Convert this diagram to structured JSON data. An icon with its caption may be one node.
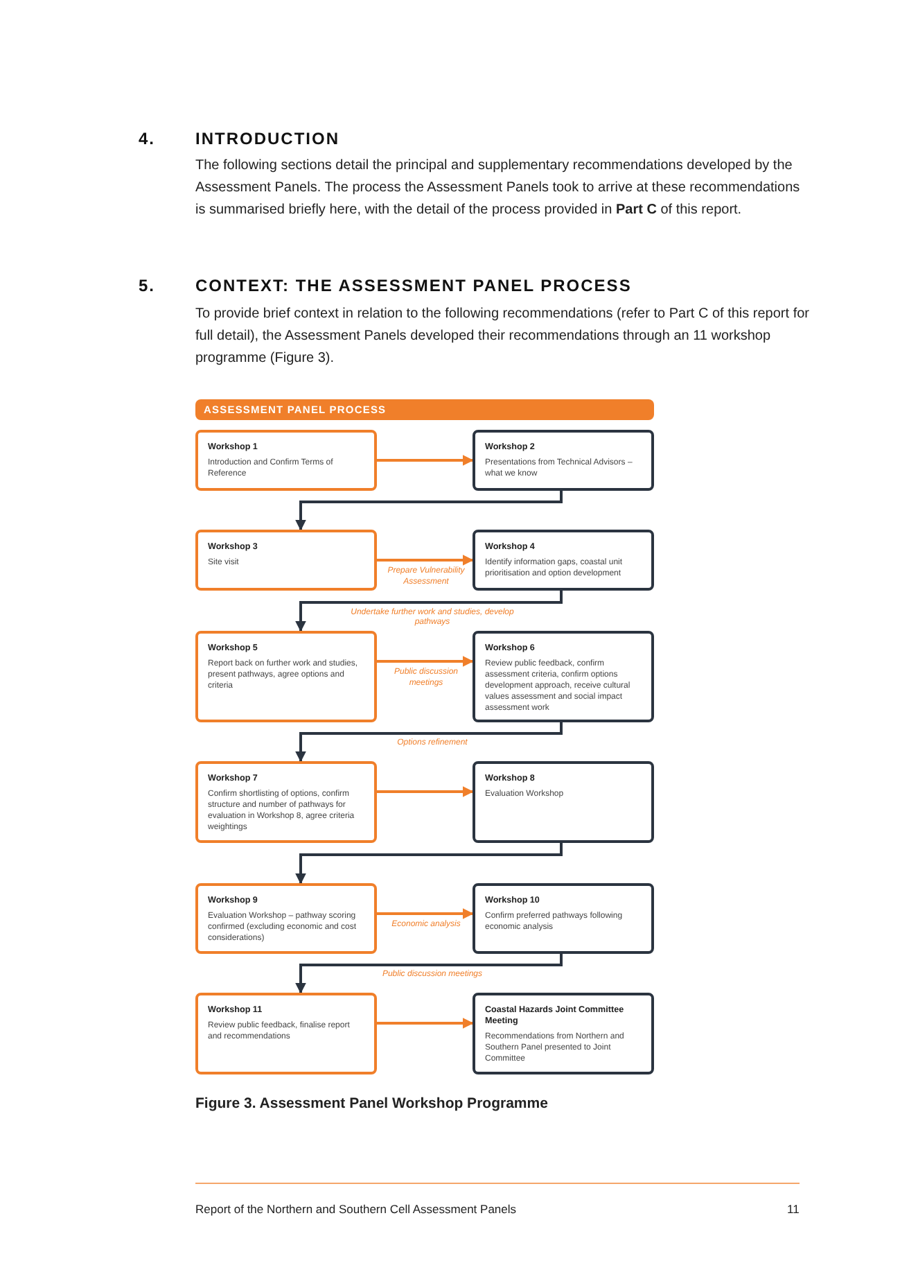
{
  "diagram": {
    "title": "ASSESSMENT PANEL PROCESS",
    "caption": "Figure 3. Assessment Panel Workshop Programme",
    "nodes": [
      {
        "text": [
          "Workshop 1",
          "Introduction and Confirm Terms of Reference"
        ]
      },
      {
        "text": [
          "Workshop 2",
          "Presentations from Technical Advisors – what we know"
        ]
      },
      {
        "text": [
          "Workshop 3",
          "Site visit"
        ]
      },
      {
        "text": [
          "Workshop 4",
          "Identify information gaps, coastal unit prioritisation and option development"
        ]
      },
      {
        "text": [
          "Workshop 5",
          "Report back on further work and studies, present pathways, agree options and criteria"
        ]
      },
      {
        "text": [
          "Workshop 6",
          "Review public feedback, confirm assessment criteria, confirm options development approach, receive cultural values assessment and social impact assessment work"
        ]
      },
      {
        "text": [
          "Workshop 7",
          "Confirm shortlisting of options, confirm structure and number of pathways for evaluation in Workshop 8, agree criteria weightings"
        ]
      },
      {
        "text": [
          "Workshop 8",
          "Evaluation Workshop"
        ]
      },
      {
        "text": [
          "Workshop 9",
          "Evaluation Workshop – pathway scoring confirmed (excluding economic and cost considerations)"
        ]
      },
      {
        "text": [
          "Workshop 10",
          "Confirm preferred pathways following economic analysis"
        ]
      },
      {
        "text": [
          "Workshop 11",
          "Review public feedback, finalise report and recommendations"
        ]
      },
      {
        "text": [
          "Coastal Hazards Joint Committee Meeting",
          "Recommendations from Northern and Southern Panel presented to Joint Committee"
        ]
      }
    ],
    "edges": [
      {
        "from": 0,
        "to": 1,
        "arrow": "to"
      },
      {
        "from": 1,
        "to": 2,
        "arrow": "to",
        "color": "#2b3440"
      },
      {
        "from": 2,
        "to": 3,
        "arrow": "to",
        "label": "Prepare Vulnerability Assessment"
      },
      {
        "from": 3,
        "to": 4,
        "arrow": "to",
        "label": "Undertake further work and studies, develop pathways",
        "color": "#2b3440"
      },
      {
        "from": 4,
        "to": 5,
        "arrow": "to",
        "label": "Public discussion meetings"
      },
      {
        "from": 5,
        "to": 6,
        "arrow": "to",
        "label": "Options refinement",
        "color": "#2b3440"
      },
      {
        "from": 6,
        "to": 7,
        "arrow": "to"
      },
      {
        "from": 7,
        "to": 8,
        "arrow": "to",
        "color": "#2b3440"
      },
      {
        "from": 8,
        "to": 9,
        "arrow": "to",
        "label": "Economic analysis"
      },
      {
        "from": 9,
        "to": 10,
        "arrow": "to",
        "label": "Public discussion meetings",
        "color": "#2b3440"
      },
      {
        "from": 10,
        "to": 11,
        "arrow": "to"
      }
    ],
    "labels": [
      "4.",
      "INTRODUCTION",
      "The following sections detail the principal and supplementary recommendations developed by the Assessment Panels. The process the Assessment Panels took to arrive at these recommendations is summarised briefly here, with the detail of the process provided in **Part C** of this report.",
      "5.",
      "CONTEXT: THE ASSESSMENT PANEL PROCESS",
      "To provide brief context in relation to the following recommendations (refer to Part C of this report for full detail), the Assessment Panels developed their recommendations through an 11 workshop programme (Figure 3).",
      "Report of the Northern and Southern Cell Assessment Panels",
      "11"
    ]
  }
}
